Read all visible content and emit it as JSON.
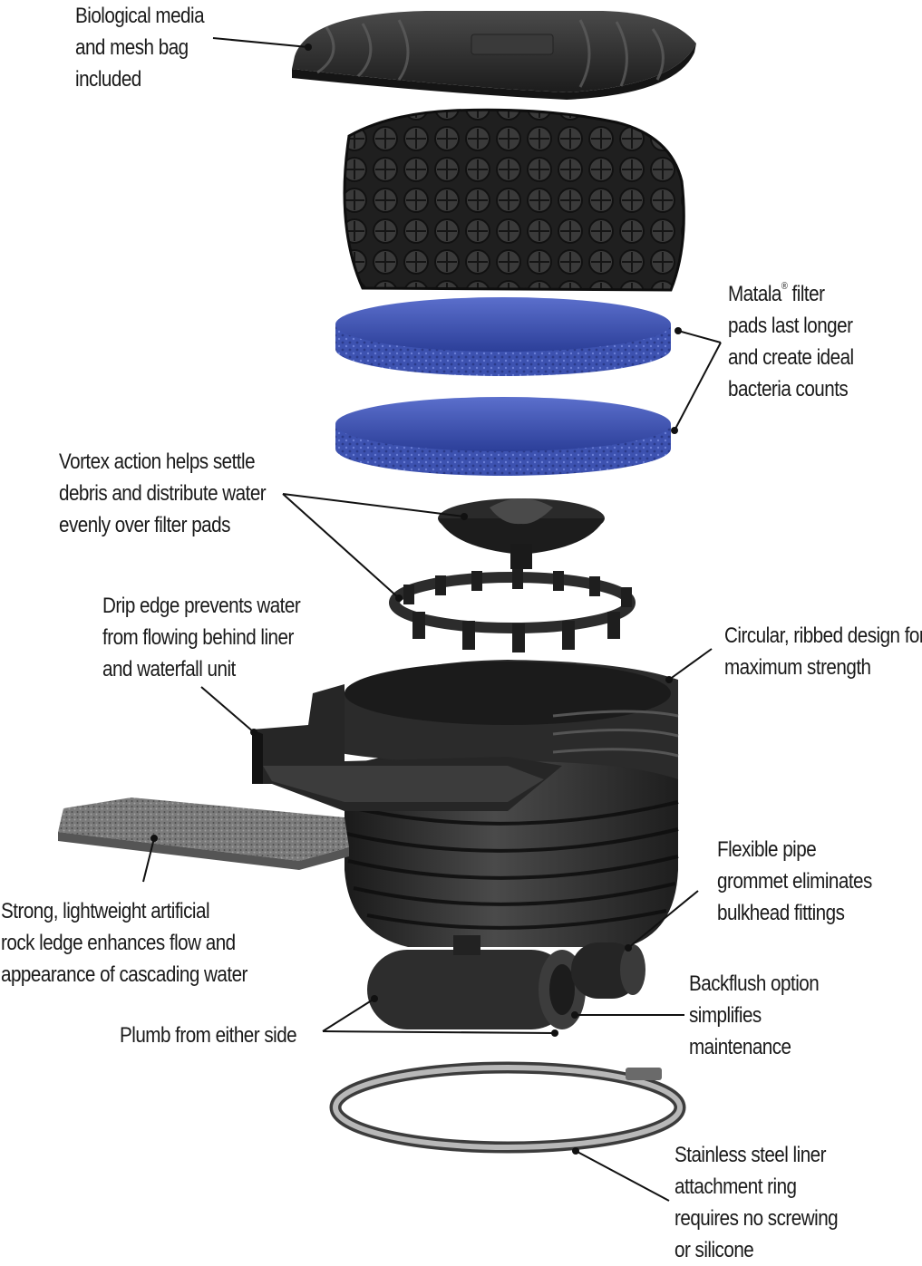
{
  "labels": {
    "bio_media": [
      "Biological media",
      "and mesh bag",
      "included"
    ],
    "matala": {
      "brand": "Matala",
      "mark": "®",
      "line1_rest": " filter",
      "lines": [
        "pads last longer",
        "and create ideal",
        "bacteria counts"
      ]
    },
    "vortex": [
      "Vortex action helps settle",
      "debris and distribute water",
      "evenly over filter pads"
    ],
    "drip_edge": [
      "Drip edge prevents water",
      "from flowing behind liner",
      "and waterfall unit"
    ],
    "circular": [
      "Circular, ribbed design for",
      "maximum strength"
    ],
    "flexible_pipe": [
      "Flexible pipe",
      "grommet eliminates",
      "bulkhead fittings"
    ],
    "rock_ledge": [
      "Strong, lightweight artificial",
      "rock ledge enhances flow and",
      "appearance of cascading water"
    ],
    "backflush": [
      "Backflush option",
      "simplifies",
      "maintenance"
    ],
    "plumb": [
      "Plumb from either side"
    ],
    "steel_ring": [
      "Stainless steel liner",
      "attachment ring",
      "requires no screwing",
      "or silicone"
    ]
  },
  "colors": {
    "plastic": "#2a2a2a",
    "pad_blue": "#3f55b3",
    "rock": "#777777",
    "steel": "#8a8a8a",
    "text": "#1a1a1a"
  }
}
